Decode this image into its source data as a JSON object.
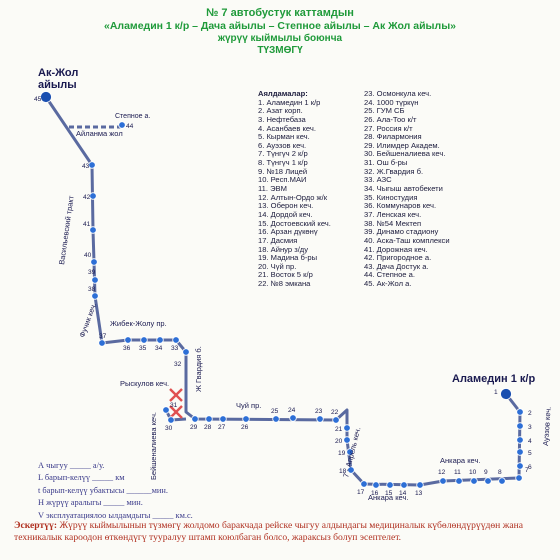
{
  "header": {
    "line1": "№ 7  автобустук каттамдын",
    "line2": "«Аламедин 1 к/р – Дача айылы – Степное айылы – Ак Жол айылы»",
    "line3": "жүрүү кыймылы боюнча",
    "line4": "ТҮЗМӨГҮ"
  },
  "map": {
    "terminus_start_line1": "Ак-Жол",
    "terminus_start_line2": "айылы",
    "terminus_end": "Аламедин 1 к/р",
    "place_stepnoe": "Степное а.",
    "streets": {
      "aylanma": "Айланма жол",
      "vasilevsky": "Васильевский тракт",
      "fuchik": "Фучик кеч.",
      "zhibek": "Жибек-Жолу пр.",
      "gvardia": "Ж Гвардия б.",
      "ryskulov": "Рыскулов кеч.",
      "beyshenalieva": "Бейшеналиева кеч.",
      "chuy": "Чуй пр.",
      "aprel": "7 - Апрель кеч.",
      "ankara_lower": "Анкара кеч.",
      "ankara_upper": "Анкара кеч.",
      "auezov": "Ауэзов кеч."
    },
    "stop_numbers": [
      "1",
      "2",
      "3",
      "4",
      "5",
      "6",
      "7",
      "8",
      "9",
      "10",
      "11",
      "12",
      "13",
      "14",
      "15",
      "16",
      "17",
      "18",
      "19",
      "20",
      "21",
      "22",
      "23",
      "24",
      "25",
      "26",
      "27",
      "28",
      "29",
      "30",
      "31",
      "32",
      "33",
      "34",
      "35",
      "36",
      "37",
      "38",
      "39",
      "40",
      "41",
      "42",
      "43",
      "44",
      "45"
    ],
    "colors": {
      "route": "#5a6aa0",
      "stop": "#2d6fd6",
      "stop_dark": "#1a4fb0",
      "text": "#1a1a50",
      "closed_marker": "#e05050"
    }
  },
  "legend": {
    "title": "Аялдамалар:",
    "col1": [
      "1. Аламедин 1 к/р",
      "2. Азат корп.",
      "3. Нефтебаза",
      "4. Асанбаев кеч.",
      "5. Кырман кеч.",
      "6. Ауэзов кеч.",
      "7. Түнгүч 2 к/р",
      "8. Түнгүч 1 к/р",
      "9. №18 Лицей",
      "10. Респ.МАИ",
      "11. ЭВМ",
      "12. Алтын-Ордо ж/к",
      "13. Оберон кеч.",
      "14. Дордой кеч.",
      "15. Достоевский кеч.",
      "16. Арзан дүкөнү",
      "17. Дасмия",
      "18. Айнур з/ду",
      "19. Мадина б-ры",
      "20. Чүй пр.",
      "21. Восток 5 к/р",
      "22. №8 эмкана"
    ],
    "col2": [
      "23. Осмонкула кеч.",
      "24. 1000 түркүн",
      "25. ГУМ СБ",
      "26. Ала-Тоо к/т",
      "27. Россия к/т",
      "28. Филармония",
      "29. Илимдер Академ.",
      "30. Бейшеналиева кеч.",
      "31. Ош б-ры",
      "32. Ж.Гвардия б.",
      "33. АЗС",
      "34. Чыгыш автобекети",
      "35. Киностудия",
      "36. Коммунаров кеч.",
      "37. Ленская кеч.",
      "38. №54 Мектеп",
      "39. Динамо стадиону",
      "40. Аска-Таш комплекси",
      "41. Дорожная кеч.",
      "42. Пригородное а.",
      "43. Дача Достук а.",
      "44. Степное а.",
      "45. Ак-Жол а."
    ]
  },
  "form": {
    "row1": "А чыгуу _____ а/у.",
    "row2": "L барып-келүү _____ км",
    "row3": "t барып-келүү убактысы ______мин.",
    "row4": "Н жүрүү аралыгы _____ мин.",
    "row5": "V эксплуатациялоо ылдамдыгы _____ км.с."
  },
  "note": {
    "label": "Эскертүү:",
    "text": "Жүрүү кыймылынын түзмөгү жолдомо баракчада рейске чыгуу алдындагы медициналык күбөлөндүрүүдөн жана техникалык кароодон өткөндүгү тууралуу штамп коюлбаган болсо, жараксыз болуп эсептелет."
  }
}
